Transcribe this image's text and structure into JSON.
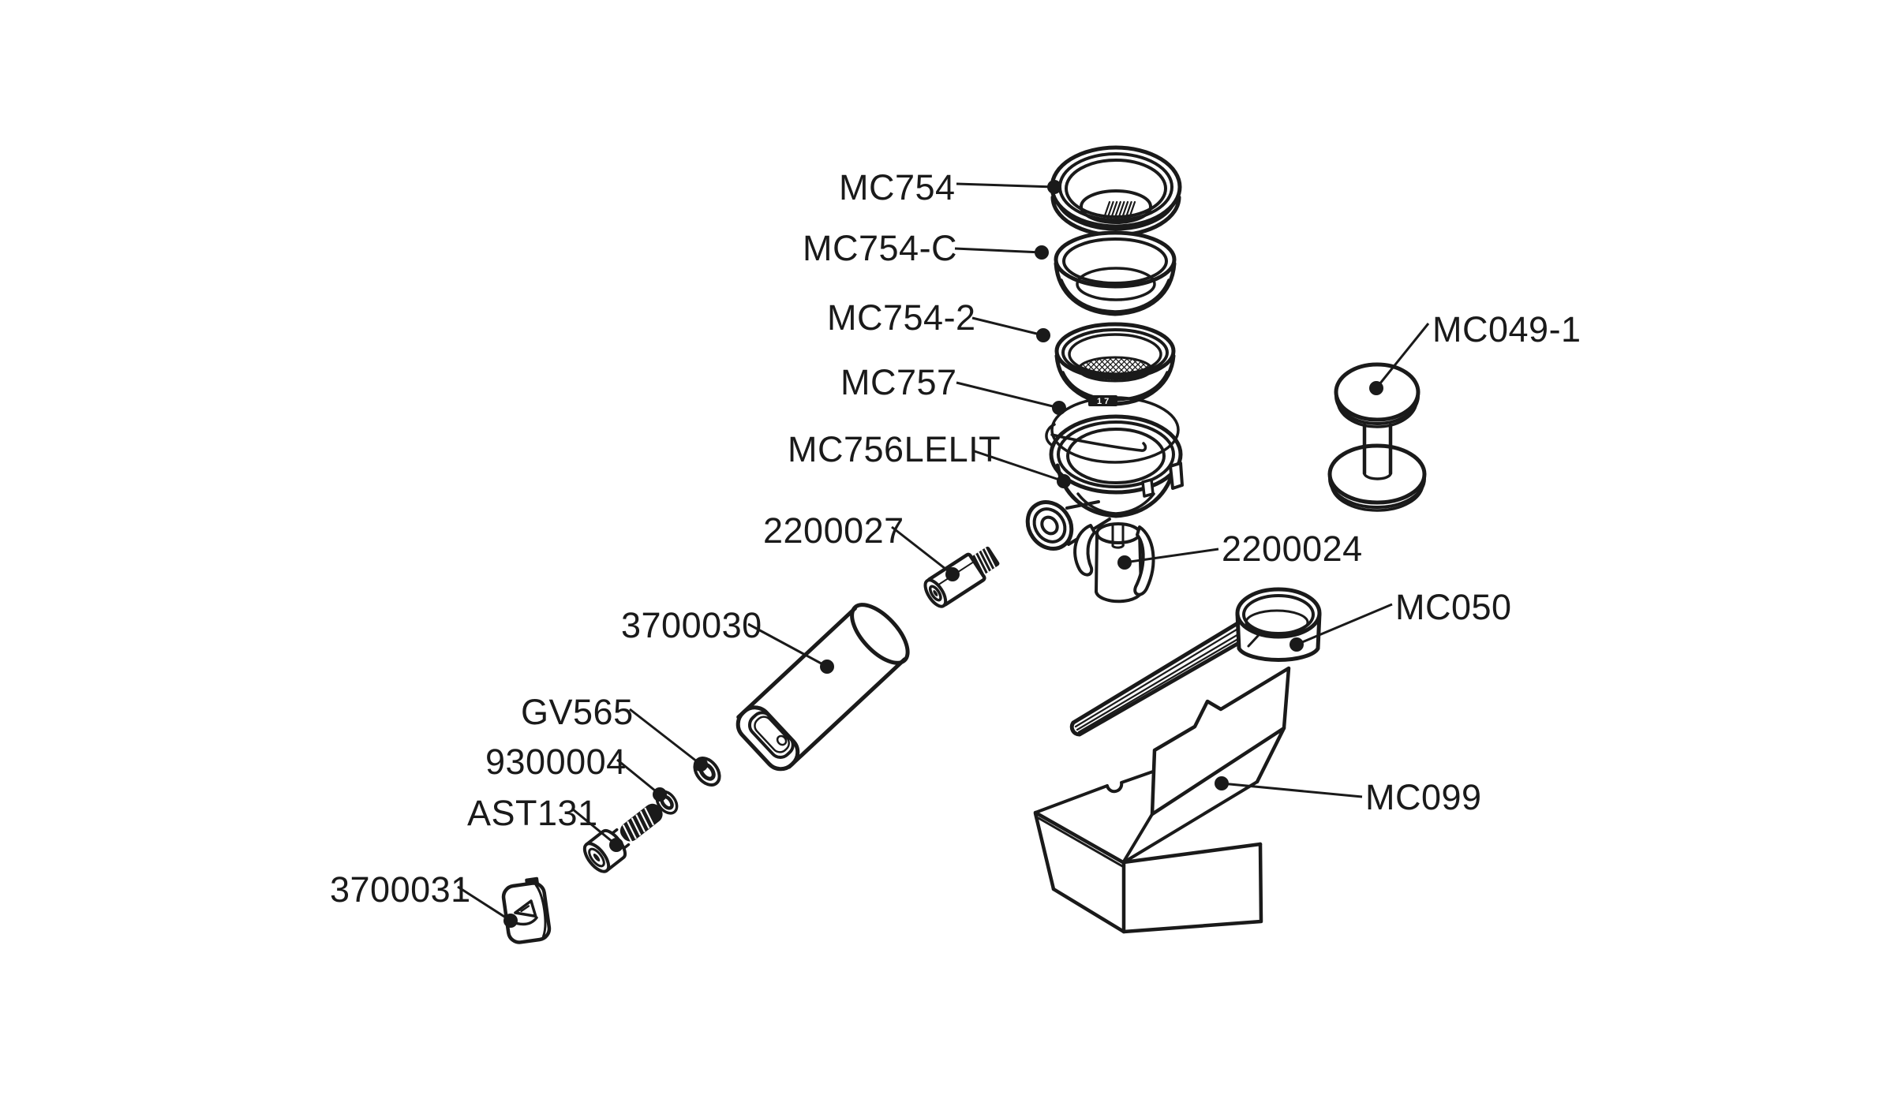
{
  "diagram": {
    "background_color": "#ffffff",
    "line_color": "#1a1a1a",
    "basket_stamp": "17",
    "labels": [
      {
        "id": "mc754",
        "text": "MC754"
      },
      {
        "id": "mc754-c",
        "text": "MC754-C"
      },
      {
        "id": "mc754-2",
        "text": "MC754-2"
      },
      {
        "id": "mc757",
        "text": "MC757"
      },
      {
        "id": "mc756lelit",
        "text": "MC756LELIT"
      },
      {
        "id": "mc049-1",
        "text": "MC049-1"
      },
      {
        "id": "2200027",
        "text": "2200027"
      },
      {
        "id": "2200024",
        "text": "2200024"
      },
      {
        "id": "3700030",
        "text": "3700030"
      },
      {
        "id": "mc050",
        "text": "MC050"
      },
      {
        "id": "gv565",
        "text": "GV565"
      },
      {
        "id": "9300004",
        "text": "9300004"
      },
      {
        "id": "ast131",
        "text": "AST131"
      },
      {
        "id": "mc099",
        "text": "MC099"
      },
      {
        "id": "3700031",
        "text": "3700031"
      }
    ]
  }
}
